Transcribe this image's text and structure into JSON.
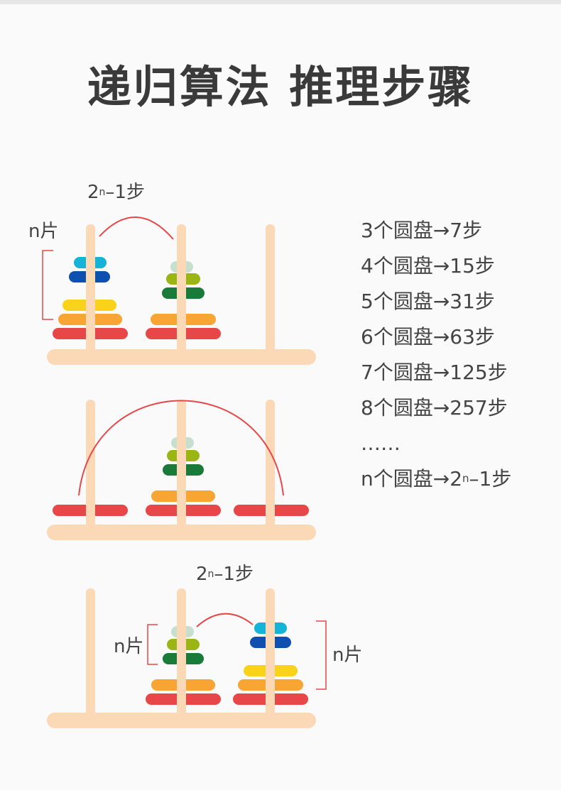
{
  "title": "递归算法 推理步骤",
  "diagram1": {
    "arc_label": {
      "prefix": "2",
      "exp": "n",
      "suffix": "–1步"
    },
    "bracket_label": "n片"
  },
  "diagram3": {
    "arc_label": {
      "prefix": "2",
      "exp": "n",
      "suffix": "–1步"
    },
    "left_bracket_label": "n片",
    "right_bracket_label": "n片"
  },
  "steps": [
    "3个圆盘→7步",
    "4个圆盘→15步",
    "5个圆盘→31步",
    "6个圆盘→63步",
    "7个圆盘→125步",
    "8个圆盘→257步",
    "……"
  ],
  "steps_last": {
    "prefix": "n个圆盘→2",
    "exp": "n",
    "suffix": "–1步"
  },
  "colors": {
    "peg": "#fbd9b6",
    "arc": "#e8474a",
    "red": "#e8474a",
    "orange": "#f8a534",
    "yellow": "#f9d31a",
    "blue": "#0f4fb0",
    "cyan": "#16b3d9",
    "darkgreen": "#1a7a39",
    "olive": "#9bb614",
    "mint": "#c6dfcf"
  }
}
